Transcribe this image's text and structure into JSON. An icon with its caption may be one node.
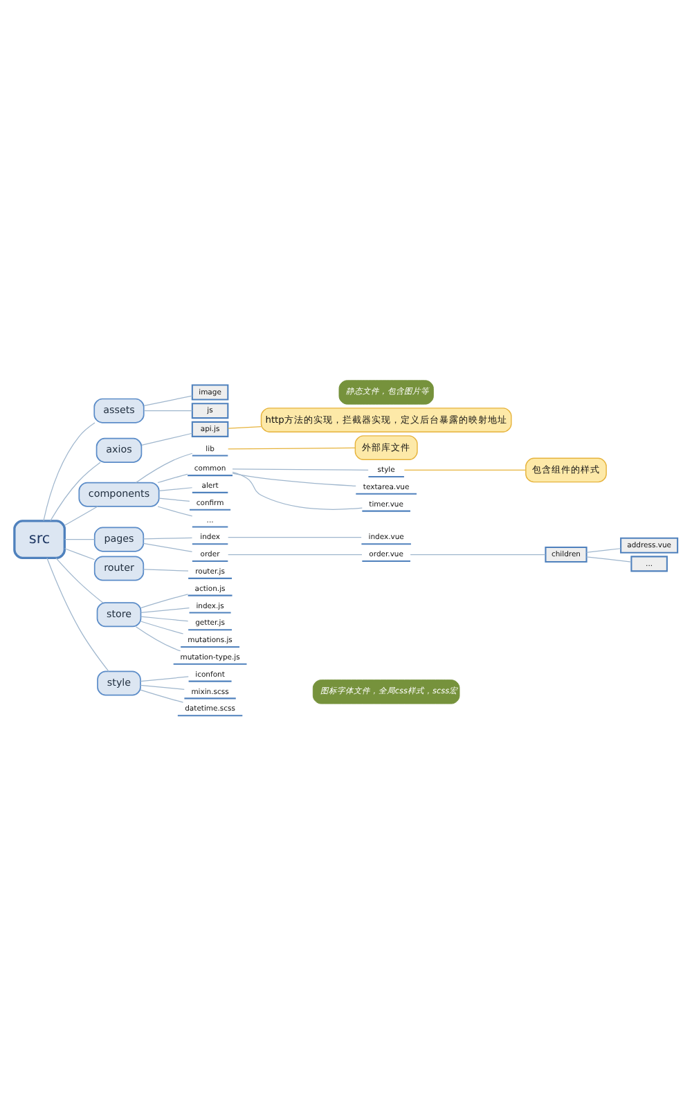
{
  "diagram": {
    "nodes": [
      {
        "text": [
          "src"
        ]
      },
      {
        "text": [
          "assets"
        ]
      },
      {
        "text": [
          "image"
        ]
      },
      {
        "text": [
          "js"
        ]
      },
      {
        "text": [
          "静态文件，包含图片等"
        ]
      },
      {
        "text": [
          "axios"
        ]
      },
      {
        "text": [
          "http方法的实现，拦截器实现，定义后台暴露的映射地址"
        ]
      },
      {
        "text": [
          "api.js"
        ]
      },
      {
        "text": [
          "components"
        ]
      },
      {
        "text": [
          "lib"
        ]
      },
      {
        "text": [
          "外部库文件"
        ]
      },
      {
        "text": [
          "common"
        ]
      },
      {
        "text": [
          "style"
        ]
      },
      {
        "text": [
          "包含组件的样式"
        ]
      },
      {
        "text": [
          "textarea.vue"
        ]
      },
      {
        "text": [
          "timer.vue"
        ]
      },
      {
        "text": [
          "alert"
        ]
      },
      {
        "text": [
          "confirm"
        ]
      },
      {
        "text": [
          "..."
        ]
      },
      {
        "text": [
          "pages"
        ]
      },
      {
        "text": [
          "index"
        ]
      },
      {
        "text": [
          "index.vue"
        ]
      },
      {
        "text": [
          "order"
        ]
      },
      {
        "text": [
          "order.vue"
        ]
      },
      {
        "text": [
          "children"
        ]
      },
      {
        "text": [
          "address.vue"
        ]
      },
      {
        "text": [
          "..."
        ]
      },
      {
        "text": [
          "router"
        ]
      },
      {
        "text": [
          "router.js"
        ]
      },
      {
        "text": [
          "store"
        ]
      },
      {
        "text": [
          "action.js"
        ]
      },
      {
        "text": [
          "index.js"
        ]
      },
      {
        "text": [
          "getter.js"
        ]
      },
      {
        "text": [
          "mutations.js"
        ]
      },
      {
        "text": [
          "mutation-type.js"
        ]
      },
      {
        "text": [
          "style"
        ]
      },
      {
        "text": [
          "iconfont"
        ]
      },
      {
        "text": [
          "mixin.scss"
        ]
      },
      {
        "text": [
          "datetime.scss"
        ]
      },
      {
        "text": [
          "图标字体文件，全局css样式，scss宏"
        ]
      }
    ],
    "edges": [
      {
        "from": 0,
        "to": 1,
        "arrow": "none"
      },
      {
        "from": 1,
        "to": 2,
        "arrow": "none"
      },
      {
        "from": 1,
        "to": 3,
        "arrow": "none"
      },
      {
        "from": 0,
        "to": 5,
        "arrow": "none"
      },
      {
        "from": 5,
        "to": 7,
        "arrow": "none"
      },
      {
        "from": 7,
        "to": 6,
        "arrow": "none",
        "color": "#e6b33c"
      },
      {
        "from": 0,
        "to": 8,
        "arrow": "none"
      },
      {
        "from": 8,
        "to": 9,
        "arrow": "none"
      },
      {
        "from": 9,
        "to": 10,
        "arrow": "none",
        "color": "#e6b33c"
      },
      {
        "from": 8,
        "to": 11,
        "arrow": "none"
      },
      {
        "from": 11,
        "to": 12,
        "arrow": "none"
      },
      {
        "from": 12,
        "to": 13,
        "arrow": "none",
        "color": "#e6b33c"
      },
      {
        "from": 11,
        "to": 14,
        "arrow": "none"
      },
      {
        "from": 11,
        "to": 15,
        "arrow": "none"
      },
      {
        "from": 8,
        "to": 16,
        "arrow": "none"
      },
      {
        "from": 8,
        "to": 17,
        "arrow": "none"
      },
      {
        "from": 8,
        "to": 18,
        "arrow": "none"
      },
      {
        "from": 0,
        "to": 19,
        "arrow": "none"
      },
      {
        "from": 19,
        "to": 20,
        "arrow": "none"
      },
      {
        "from": 20,
        "to": 21,
        "arrow": "none"
      },
      {
        "from": 19,
        "to": 22,
        "arrow": "none"
      },
      {
        "from": 22,
        "to": 23,
        "arrow": "none"
      },
      {
        "from": 23,
        "to": 24,
        "arrow": "none"
      },
      {
        "from": 24,
        "to": 25,
        "arrow": "none"
      },
      {
        "from": 24,
        "to": 26,
        "arrow": "none"
      },
      {
        "from": 0,
        "to": 27,
        "arrow": "none"
      },
      {
        "from": 27,
        "to": 28,
        "arrow": "none"
      },
      {
        "from": 0,
        "to": 29,
        "arrow": "none"
      },
      {
        "from": 29,
        "to": 30,
        "arrow": "none"
      },
      {
        "from": 29,
        "to": 31,
        "arrow": "none"
      },
      {
        "from": 29,
        "to": 32,
        "arrow": "none"
      },
      {
        "from": 29,
        "to": 33,
        "arrow": "none"
      },
      {
        "from": 29,
        "to": 34,
        "arrow": "none"
      },
      {
        "from": 0,
        "to": 35,
        "arrow": "none"
      },
      {
        "from": 35,
        "to": 36,
        "arrow": "none"
      },
      {
        "from": 35,
        "to": 37,
        "arrow": "none"
      },
      {
        "from": 35,
        "to": 38,
        "arrow": "none"
      }
    ]
  }
}
